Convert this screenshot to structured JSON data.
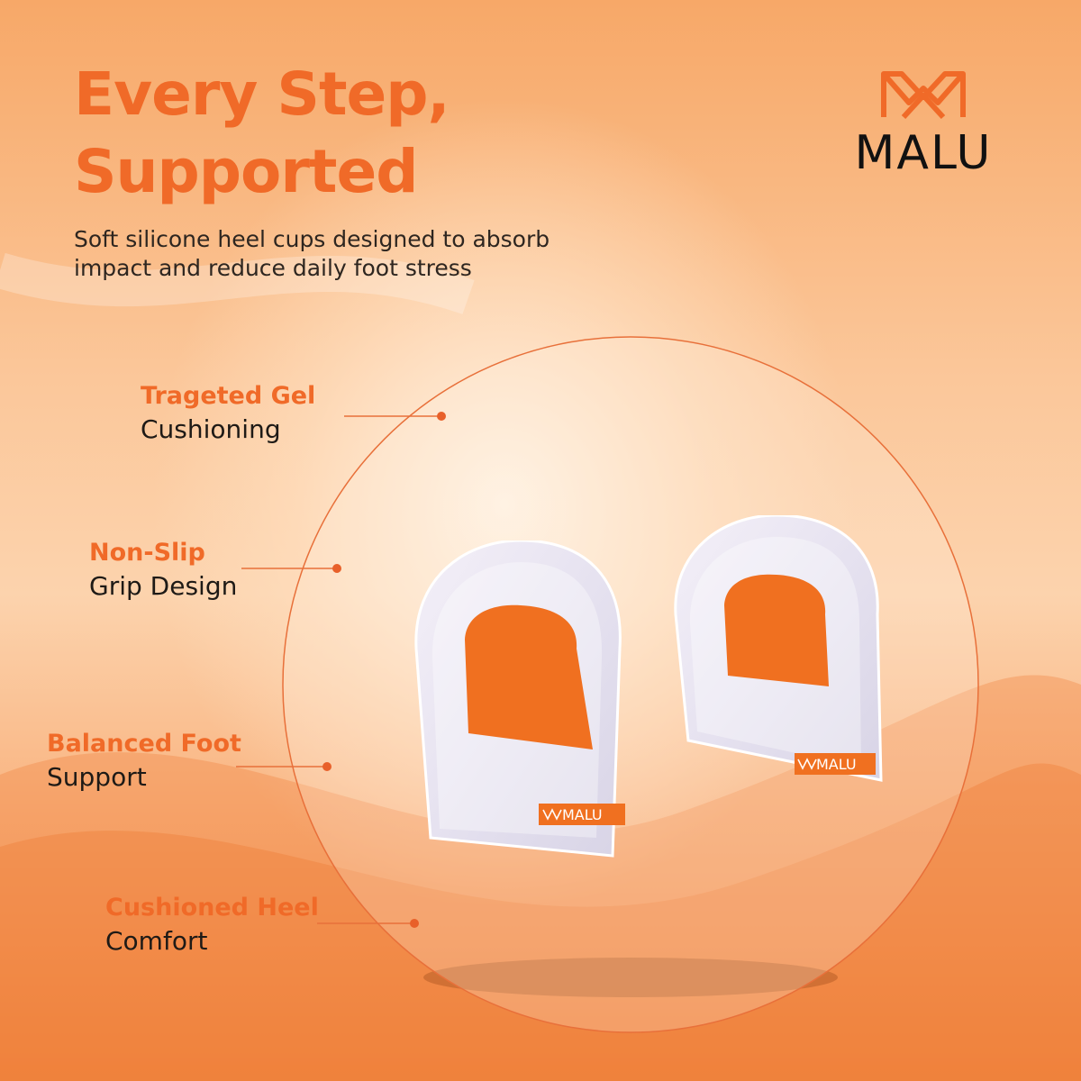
{
  "headline": {
    "line1": "Every Step,",
    "line2": "Supported"
  },
  "subtitle": {
    "line1": "Soft silicone heel cups designed to absorb",
    "line2": "impact and reduce daily foot stress"
  },
  "brand": {
    "name": "MALU",
    "icon": "malu-logo-icon",
    "color": "#f06a28"
  },
  "features": [
    {
      "title": "Trageted Gel",
      "subtitle": "Cushioning"
    },
    {
      "title": "Non-Slip",
      "subtitle": "Grip Design"
    },
    {
      "title": "Balanced Foot",
      "subtitle": "Support"
    },
    {
      "title": "Cushioned Heel",
      "subtitle": "Comfort"
    }
  ],
  "product": {
    "badge_text": "MALU",
    "accent": "#f07020"
  },
  "colors": {
    "accent": "#f06a28",
    "text": "#1e1a16"
  }
}
